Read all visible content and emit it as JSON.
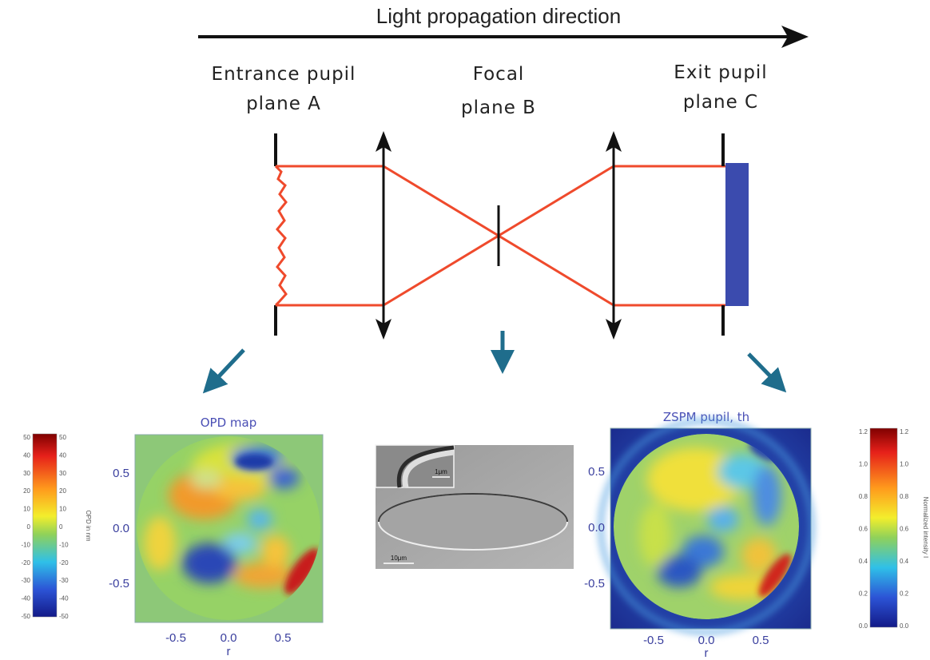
{
  "header": {
    "direction_label": "Light propagation direction"
  },
  "planes": {
    "a": {
      "line1": "Entrance pupil",
      "line2": "plane A"
    },
    "b": {
      "line1": "Focal",
      "line2": "plane B"
    },
    "c": {
      "line1": "Exit pupil",
      "line2": "plane C"
    }
  },
  "colors": {
    "ray": "#ef4a2c",
    "pupil_block": "#3b4bae",
    "pointer_arrow": "#1f6d8c",
    "plot_text": "#3a3f9e"
  },
  "opd_map": {
    "title": "OPD map",
    "yticks": [
      "0.5",
      "0.0",
      "-0.5"
    ],
    "xticks": [
      "-0.5",
      "0.0",
      "0.5"
    ],
    "xlabel": "r",
    "colorbar": {
      "ticks": [
        "50",
        "40",
        "30",
        "20",
        "10",
        "0",
        "-10",
        "-20",
        "-30",
        "-40",
        "-50"
      ],
      "label": "OPD in nm"
    }
  },
  "sem_image": {
    "inset_scale": "1μm",
    "main_scale": "10μm"
  },
  "zspm_pupil": {
    "title": "ZSPM pupil, th",
    "yticks": [
      "0.5",
      "0.0",
      "-0.5"
    ],
    "xticks": [
      "-0.5",
      "0.0",
      "0.5"
    ],
    "xlabel": "r",
    "colorbar": {
      "ticks": [
        "1.2",
        "1.0",
        "0.8",
        "0.6",
        "0.4",
        "0.2",
        "0.0"
      ],
      "label": "Normalized intensity I"
    }
  }
}
